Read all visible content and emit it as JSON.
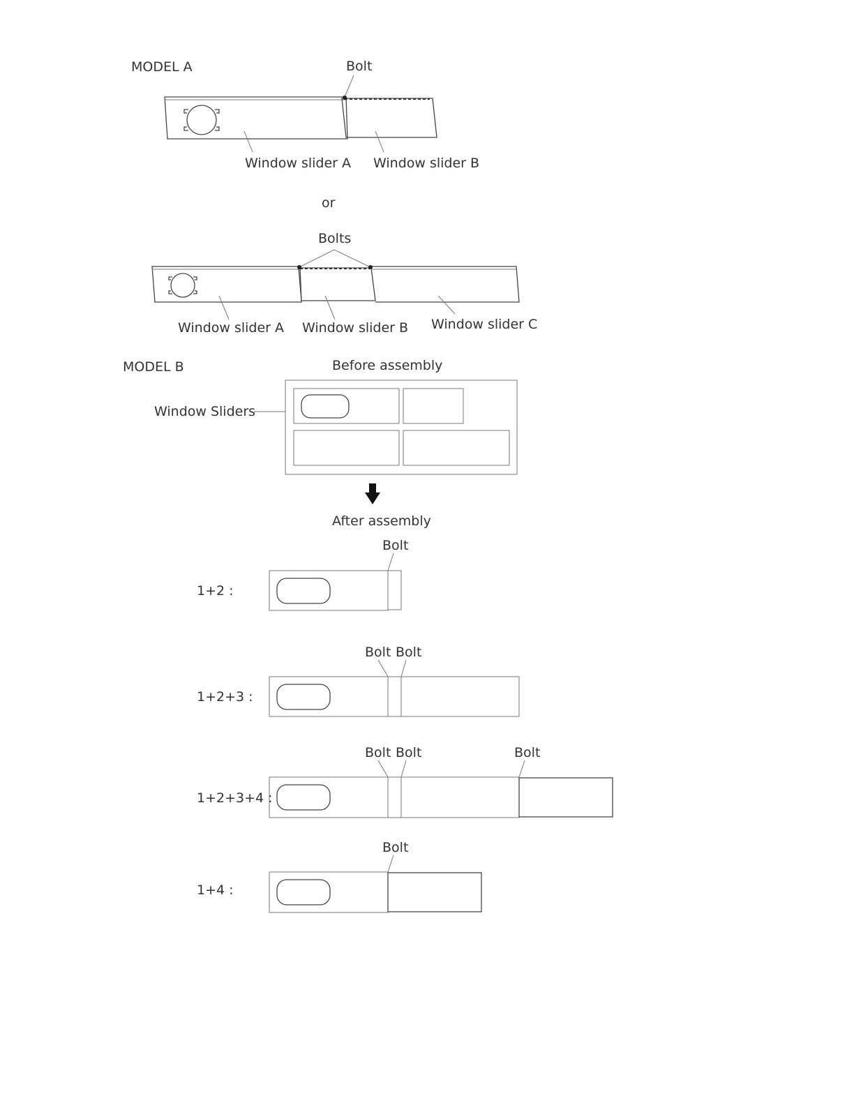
{
  "model_a": {
    "heading": "MODEL A",
    "variant1": {
      "bolt_label": "Bolt",
      "slider_a_label": "Window slider A",
      "slider_b_label": "Window slider B"
    },
    "or_label": "or",
    "variant2": {
      "bolts_label": "Bolts",
      "slider_a_label": "Window slider A",
      "slider_b_label": "Window slider B",
      "slider_c_label": "Window slider C"
    }
  },
  "model_b": {
    "heading": "MODEL B",
    "before_label": "Before assembly",
    "sliders_label": "Window Sliders",
    "after_label": "After assembly",
    "combos": [
      {
        "label": "1+2 :",
        "bolts": [
          "Bolt"
        ]
      },
      {
        "label": "1+2+3 :",
        "bolts": [
          "Bolt",
          "Bolt"
        ]
      },
      {
        "label": "1+2+3+4 :",
        "bolts": [
          "Bolt",
          "Bolt",
          "Bolt"
        ]
      },
      {
        "label": "1+4 :",
        "bolts": [
          "Bolt"
        ]
      }
    ]
  }
}
